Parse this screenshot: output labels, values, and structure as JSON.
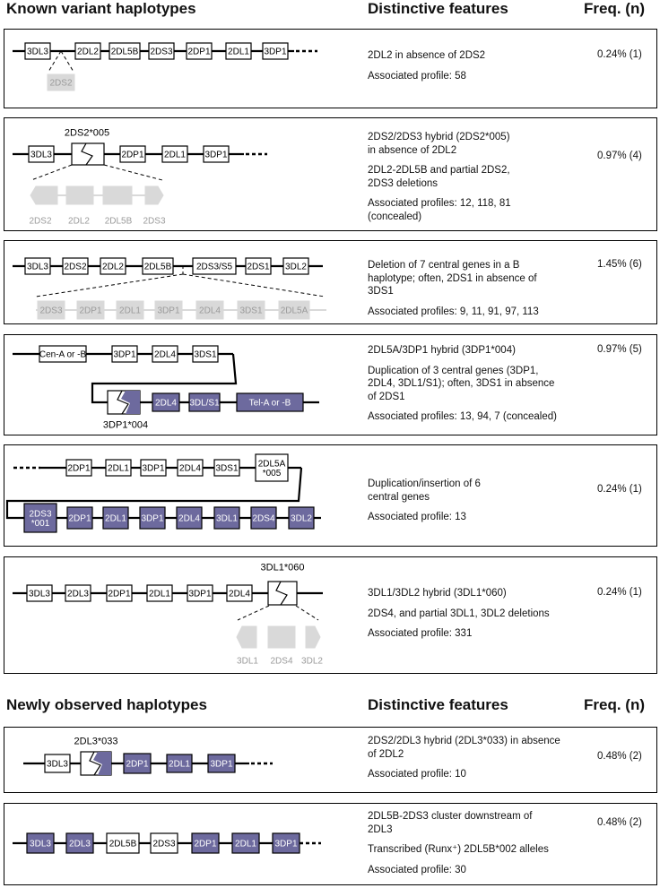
{
  "headers": {
    "known": "Known variant haplotypes",
    "newly": "Newly observed haplotypes",
    "features": "Distinctive features",
    "freq": "Freq. (n)"
  },
  "colors": {
    "blue": "#6d6a9e",
    "grey": "#d9d9d9",
    "grey_text": "#9a9a9a",
    "line": "#000000"
  },
  "panels": [
    {
      "features": [
        "2DL2 in absence of 2DS2",
        "Associated profile: 58"
      ],
      "freq": "0.24% (1)",
      "genes": [
        "3DL3",
        "2DL2",
        "2DL5B",
        "2DS3",
        "2DP1",
        "2DL1",
        "3DP1"
      ],
      "deleted": [
        "2DS2"
      ]
    },
    {
      "features": [
        "2DS2/2DS3 hybrid (2DS2*005)\nin absence of 2DL2",
        "2DL2-2DL5B and partial 2DS2,\n2DS3 deletions",
        "Associated profiles: 12, 118, 81\n(concealed)"
      ],
      "freq": "0.97% (4)",
      "hybrid_label": "2DS2*005",
      "genes": [
        "3DL3",
        "2DP1",
        "2DL1",
        "3DP1"
      ],
      "deleted": [
        "2DS2",
        "2DL2",
        "2DL5B",
        "2DS3"
      ]
    },
    {
      "features": [
        "Deletion of 7 central genes in a B\nhaplotype; often, 2DS1 in absence of\n3DS1",
        "Associated profiles: 9, 11, 91, 97, 113"
      ],
      "freq": "1.45% (6)",
      "genes": [
        "3DL3",
        "2DS2",
        "2DL2",
        "2DL5B",
        "2DS3/S5",
        "2DS1",
        "3DL2"
      ],
      "deleted": [
        "2DS3",
        "2DP1",
        "2DL1",
        "3DP1",
        "2DL4",
        "3DS1",
        "2DL5A"
      ]
    },
    {
      "features": [
        "2DL5A/3DP1 hybrid (3DP1*004)",
        "Duplication of 3 central genes (3DP1,\n2DL4, 3DL1/S1); often, 3DS1 in absence\nof 2DS1",
        "Associated profiles: 13, 94, 7 (concealed)"
      ],
      "freq": "0.97% (5)",
      "hybrid_label": "3DP1*004",
      "genes_top": [
        "Cen-A or -B",
        "3DP1",
        "2DL4",
        "3DS1"
      ],
      "genes_bottom": [
        "2DL4",
        "3DL/S1",
        "Tel-A or -B"
      ]
    },
    {
      "features": [
        "Duplication/insertion of 6\ncentral genes",
        "Associated profile: 13"
      ],
      "freq": "0.24% (1)",
      "genes_top": [
        "2DP1",
        "2DL1",
        "3DP1",
        "2DL4",
        "3DS1",
        "2DL5A\n*005"
      ],
      "genes_bottom": [
        "2DS3\n*001",
        "2DP1",
        "2DL1",
        "3DP1",
        "2DL4",
        "3DL1",
        "2DS4",
        "3DL2"
      ]
    },
    {
      "features": [
        "3DL1/3DL2 hybrid (3DL1*060)",
        "2DS4, and partial 3DL1, 3DL2 deletions",
        "Associated profile: 331"
      ],
      "freq": "0.24% (1)",
      "hybrid_label": "3DL1*060",
      "genes": [
        "3DL3",
        "2DL3",
        "2DP1",
        "2DL1",
        "3DP1",
        "2DL4"
      ],
      "deleted": [
        "3DL1",
        "2DS4",
        "3DL2"
      ]
    },
    {
      "features": [
        "2DS2/2DL3 hybrid (2DL3*033) in absence\nof 2DL2",
        "Associated profile: 10"
      ],
      "freq": "0.48% (2)",
      "hybrid_label": "2DL3*033",
      "genes": [
        "3DL3",
        "2DP1",
        "2DL1",
        "3DP1"
      ]
    },
    {
      "features": [
        "2DL5B-2DS3 cluster downstream of\n2DL3",
        "Transcribed (Runx⁺) 2DL5B*002 alleles",
        "Associated profile: 30"
      ],
      "freq": "0.48% (2)",
      "genes": [
        "3DL3",
        "2DL3",
        "2DL5B",
        "2DS3",
        "2DP1",
        "2DL1",
        "3DP1"
      ]
    }
  ]
}
